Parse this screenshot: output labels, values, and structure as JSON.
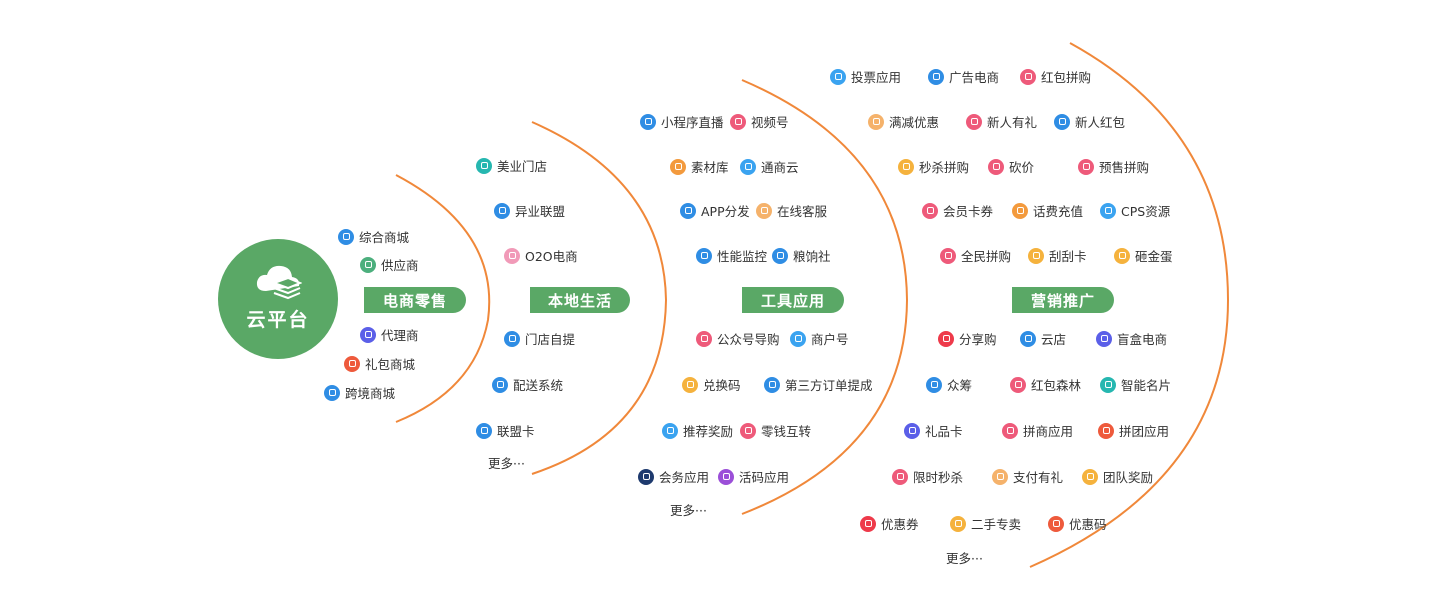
{
  "hub": {
    "title": "云平台"
  },
  "colors": {
    "arc": "#f0883a",
    "green": "#5aa866"
  },
  "sections": [
    {
      "label": "电商零售"
    },
    {
      "label": "本地生活"
    },
    {
      "label": "工具应用"
    },
    {
      "label": "营销推广"
    }
  ],
  "more_label": "更多···",
  "items": [
    {
      "label": "综合商城",
      "color": "#2f8de4",
      "icon": "mall-icon"
    },
    {
      "label": "供应商",
      "color": "#4caf7d",
      "icon": "supplier-icon"
    },
    {
      "label": "代理商",
      "color": "#5b5fe8",
      "icon": "agent-icon"
    },
    {
      "label": "礼包商城",
      "color": "#ee5a3c",
      "icon": "gift-pack-icon"
    },
    {
      "label": "跨境商城",
      "color": "#2f8de4",
      "icon": "cross-border-icon"
    },
    {
      "label": "美业门店",
      "color": "#26b7b0",
      "icon": "beauty-icon"
    },
    {
      "label": "异业联盟",
      "color": "#2f8de4",
      "icon": "alliance-icon"
    },
    {
      "label": "O2O电商",
      "color": "#f19ab8",
      "icon": "o2o-icon"
    },
    {
      "label": "门店自提",
      "color": "#2f8de4",
      "icon": "pickup-icon"
    },
    {
      "label": "配送系统",
      "color": "#2f8de4",
      "icon": "delivery-icon"
    },
    {
      "label": "联盟卡",
      "color": "#2f8de4",
      "icon": "card-icon"
    },
    {
      "label": "小程序直播",
      "color": "#2f8de4",
      "icon": "live-icon"
    },
    {
      "label": "视频号",
      "color": "#ee5a7a",
      "icon": "video-icon"
    },
    {
      "label": "素材库",
      "color": "#f39a3d",
      "icon": "folder-icon"
    },
    {
      "label": "通商云",
      "color": "#3aa3f0",
      "icon": "cloud-icon"
    },
    {
      "label": "APP分发",
      "color": "#2f8de4",
      "icon": "app-icon"
    },
    {
      "label": "在线客服",
      "color": "#f5b26b",
      "icon": "service-icon"
    },
    {
      "label": "性能监控",
      "color": "#2f8de4",
      "icon": "monitor-icon"
    },
    {
      "label": "粮饷社",
      "color": "#2f8de4",
      "icon": "community-icon"
    },
    {
      "label": "公众号导购",
      "color": "#ee5a7a",
      "icon": "wechat-icon"
    },
    {
      "label": "商户号",
      "color": "#3aa3f0",
      "icon": "merchant-icon"
    },
    {
      "label": "兑换码",
      "color": "#f5b23d",
      "icon": "code-icon"
    },
    {
      "label": "第三方订单提成",
      "color": "#2f8de4",
      "icon": "order-icon"
    },
    {
      "label": "推荐奖励",
      "color": "#3aa3f0",
      "icon": "reward-icon"
    },
    {
      "label": "零钱互转",
      "color": "#ee5a7a",
      "icon": "wallet-icon"
    },
    {
      "label": "会务应用",
      "color": "#1e3a6e",
      "icon": "meeting-icon"
    },
    {
      "label": "活码应用",
      "color": "#9b4fd8",
      "icon": "qrcode-icon"
    },
    {
      "label": "投票应用",
      "color": "#3aa3f0",
      "icon": "vote-icon"
    },
    {
      "label": "广告电商",
      "color": "#2f8de4",
      "icon": "ad-icon"
    },
    {
      "label": "红包拼购",
      "color": "#ee5a7a",
      "icon": "red-packet-icon"
    },
    {
      "label": "满减优惠",
      "color": "#f5b26b",
      "icon": "discount-icon"
    },
    {
      "label": "新人有礼",
      "color": "#ee5a7a",
      "icon": "newcomer-gift-icon"
    },
    {
      "label": "新人红包",
      "color": "#2f8de4",
      "icon": "newcomer-packet-icon"
    },
    {
      "label": "秒杀拼购",
      "color": "#f5b23d",
      "icon": "flash-icon"
    },
    {
      "label": "砍价",
      "color": "#ee5a7a",
      "icon": "bargain-icon"
    },
    {
      "label": "预售拼购",
      "color": "#ee5a7a",
      "icon": "presale-icon"
    },
    {
      "label": "会员卡券",
      "color": "#ee5a7a",
      "icon": "member-icon"
    },
    {
      "label": "话费充值",
      "color": "#f39a3d",
      "icon": "phone-icon"
    },
    {
      "label": "CPS资源",
      "color": "#3aa3f0",
      "icon": "cps-icon"
    },
    {
      "label": "全民拼购",
      "color": "#ee5a7a",
      "icon": "group-icon"
    },
    {
      "label": "刮刮卡",
      "color": "#f5b23d",
      "icon": "scratch-icon"
    },
    {
      "label": "砸金蛋",
      "color": "#f5b23d",
      "icon": "egg-icon"
    },
    {
      "label": "分享购",
      "color": "#ee3a4a",
      "icon": "share-icon"
    },
    {
      "label": "云店",
      "color": "#2f8de4",
      "icon": "cloud-store-icon"
    },
    {
      "label": "盲盒电商",
      "color": "#5b5fe8",
      "icon": "blind-box-icon"
    },
    {
      "label": "众筹",
      "color": "#2f8de4",
      "icon": "crowdfund-icon"
    },
    {
      "label": "红包森林",
      "color": "#ee5a7a",
      "icon": "forest-icon"
    },
    {
      "label": "智能名片",
      "color": "#26b7b0",
      "icon": "namecard-icon"
    },
    {
      "label": "礼品卡",
      "color": "#5b5fe8",
      "icon": "giftcard-icon"
    },
    {
      "label": "拼商应用",
      "color": "#ee5a7a",
      "icon": "pinshang-icon"
    },
    {
      "label": "拼团应用",
      "color": "#ee5a3c",
      "icon": "team-icon"
    },
    {
      "label": "限时秒杀",
      "color": "#ee5a7a",
      "icon": "timer-icon"
    },
    {
      "label": "支付有礼",
      "color": "#f5b26b",
      "icon": "pay-icon"
    },
    {
      "label": "团队奖励",
      "color": "#f5b23d",
      "icon": "team-reward-icon"
    },
    {
      "label": "优惠券",
      "color": "#ee3a4a",
      "icon": "coupon-icon"
    },
    {
      "label": "二手专卖",
      "color": "#f5b23d",
      "icon": "secondhand-icon"
    },
    {
      "label": "优惠码",
      "color": "#ee5a3c",
      "icon": "promo-code-icon"
    }
  ]
}
